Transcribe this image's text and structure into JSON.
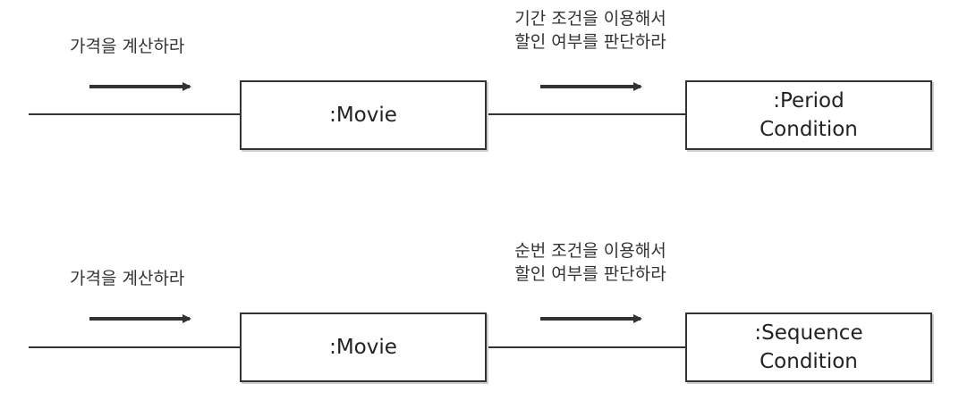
{
  "rows": [
    {
      "message_left": "가격을 계산하라",
      "message_right_line1": "기간 조건을 이용해서",
      "message_right_line2": "할인 여부를 판단하라",
      "object_left": ":Movie",
      "object_right": ":Period\nCondition"
    },
    {
      "message_left": "가격을 계산하라",
      "message_right_line1": "순번 조건을 이용해서",
      "message_right_line2": "할인 여부를 판단하라",
      "object_left": ":Movie",
      "object_right": ":Sequence\nCondition"
    }
  ]
}
